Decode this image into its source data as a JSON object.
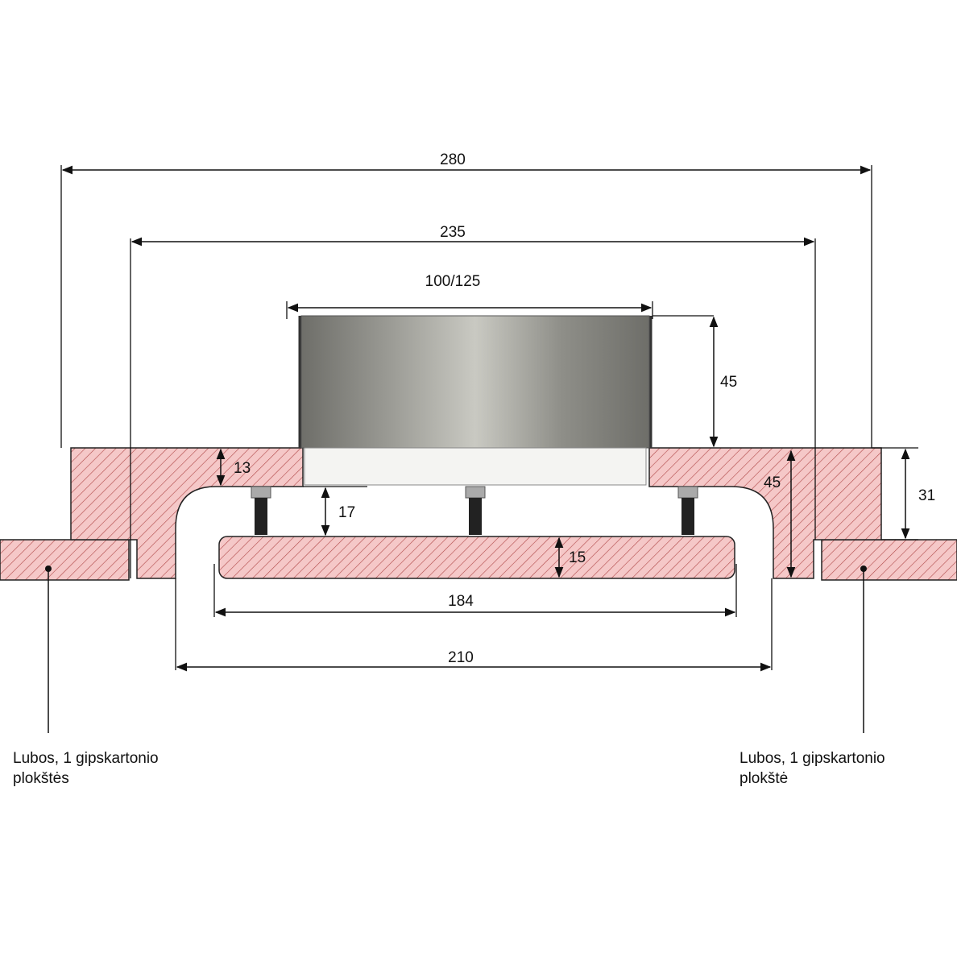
{
  "colors": {
    "hatch_fill": "#f5c8c8",
    "hatch_line": "#b04848",
    "metal_dark": "#6e6e69",
    "metal_light": "#c9c9c2",
    "line": "#111111"
  },
  "dimensions": {
    "overall_width": "280",
    "frame_width": "235",
    "duct_diameter": "100/125",
    "duct_height": "45",
    "top_plate_thickness": "13",
    "gap_height": "17",
    "frame_height_right": "45",
    "side_height": "31",
    "bottom_plate_thickness": "15",
    "inner_opening": "184",
    "outer_opening": "210"
  },
  "notes": {
    "left": {
      "line1": "Lubos, 1 gipskartonio",
      "line2": "plokštės"
    },
    "right": {
      "line1": "Lubos, 1 gipskartonio",
      "line2": "plokštė"
    }
  }
}
